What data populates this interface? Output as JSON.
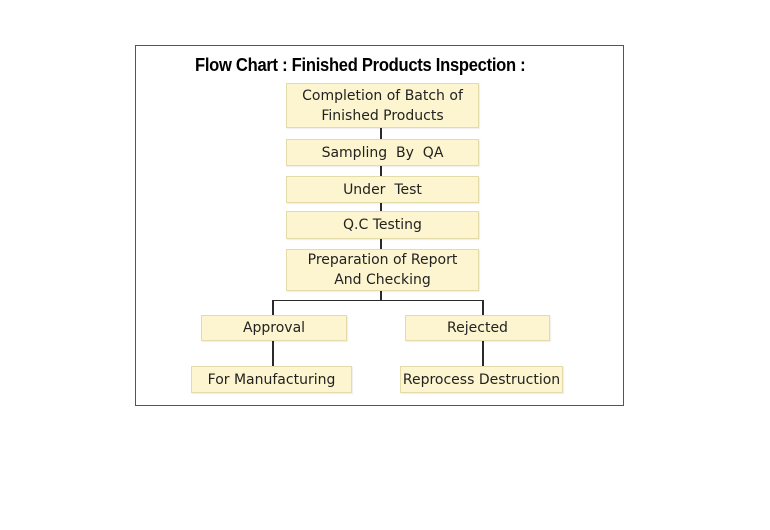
{
  "title": "Flow Chart :  Finished Products Inspection :",
  "nodes": {
    "completion": "Completion of Batch of\nFinished Products",
    "sampling": "Sampling  By  QA",
    "under_test": "Under  Test",
    "qc_testing": "Q.C Testing",
    "preparation": "Preparation  of Report\nAnd Checking",
    "approval": "Approval",
    "rejected": "Rejected",
    "manufacturing": "For Manufacturing",
    "reprocess": "Reprocess Destruction"
  },
  "colors": {
    "box_fill": "#fcf5cf",
    "box_border": "#e3dca8",
    "connector": "#2a2a2a"
  }
}
